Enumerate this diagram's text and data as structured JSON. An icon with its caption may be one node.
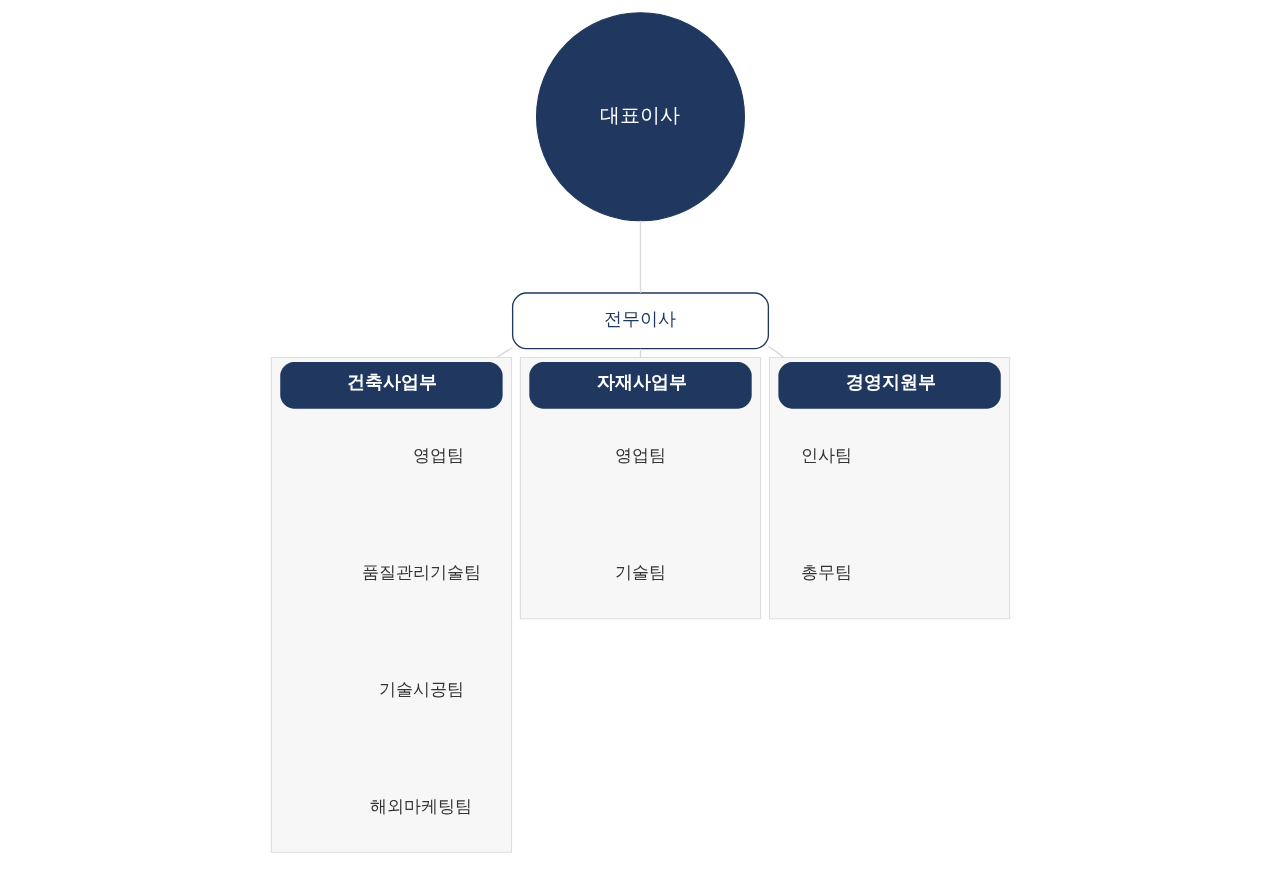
{
  "diagram": {
    "nodes": [
      {
        "text": [
          "대표이사"
        ]
      },
      {
        "text": [
          "전무이사"
        ]
      },
      {
        "text": [
          "건축사업부"
        ]
      },
      {
        "text": [
          "영업팀"
        ],
        "in": 2
      },
      {
        "text": [
          "품질관리기술팀"
        ],
        "in": 2
      },
      {
        "text": [
          "기술시공팀"
        ],
        "in": 2
      },
      {
        "text": [
          "해외마케팅팀"
        ],
        "in": 2
      },
      {
        "text": [
          "자재사업부"
        ]
      },
      {
        "text": [
          "영업팀"
        ],
        "in": 7
      },
      {
        "text": [
          "기술팀"
        ],
        "in": 7
      },
      {
        "text": [
          "경영지원부"
        ]
      },
      {
        "text": [
          "인사팀"
        ],
        "in": 10
      },
      {
        "text": [
          "총무팀"
        ],
        "in": 10
      }
    ],
    "edges": [
      {
        "from": 0,
        "to": 1,
        "arrow": "none"
      },
      {
        "from": 1,
        "to": 2,
        "arrow": "none"
      },
      {
        "from": 1,
        "to": 7,
        "arrow": "none"
      },
      {
        "from": 1,
        "to": 10,
        "arrow": "none"
      }
    ]
  }
}
